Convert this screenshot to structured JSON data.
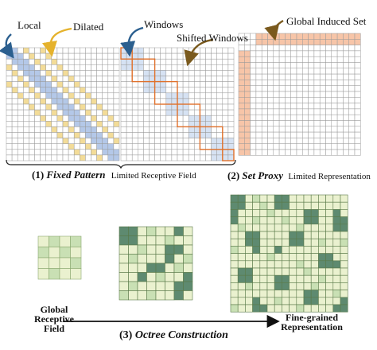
{
  "labels": {
    "local": "Local",
    "dilated": "Dilated",
    "windows": "Windows",
    "shifted_windows": "Shifted Windows",
    "global_induced_set": "Global Induced Set",
    "fixed_pattern_num": "(1)",
    "fixed_pattern": "Fixed Pattern",
    "limited_receptive_field": "Limited Receptive Field",
    "set_proxy_num": "(2)",
    "set_proxy": "Set Proxy",
    "limited_representation": "Limited Representation",
    "global_receptive_line1": "Global",
    "global_receptive_line2": "Receptive",
    "global_receptive_line3": "Field",
    "octree_num": "(3)",
    "octree": "Octree Construction",
    "fine_grained_line1": "Fine-grained",
    "fine_grained_line2": "Representation"
  },
  "colors": {
    "local_blue": "#b4c8e8",
    "dilated_yellow": "#f3dc98",
    "window_light_blue": "#d6e2f3",
    "window_orange": "#e0702a",
    "induced_salmon": "#f7c5a8",
    "octree_light_green": "#eaf1cf",
    "octree_green": "#c9e0b4",
    "octree_dark_green": "#5e8a70",
    "arrow_blue": "#2b5f8f",
    "arrow_gold": "#e5b22c",
    "arrow_brown": "#7a5a1e",
    "grid_line": "#9a9a9a"
  }
}
